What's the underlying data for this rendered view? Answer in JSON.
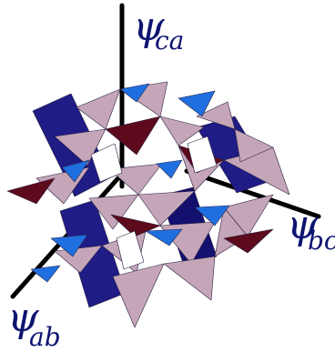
{
  "axes": [
    {
      "id": "ca",
      "symbol": "ψ",
      "subscript": "ca"
    },
    {
      "id": "bc",
      "symbol": "ψ",
      "subscript": "bc"
    },
    {
      "id": "ab",
      "symbol": "ψ",
      "subscript": "ab"
    }
  ],
  "colors": {
    "pink": "#c4a6b8",
    "dark_blue": "#1f1c86",
    "navy": "#141070",
    "maroon": "#5c0a1c",
    "bright_blue": "#1f6fe0",
    "axis": "#000000",
    "label": "#0d1470"
  }
}
